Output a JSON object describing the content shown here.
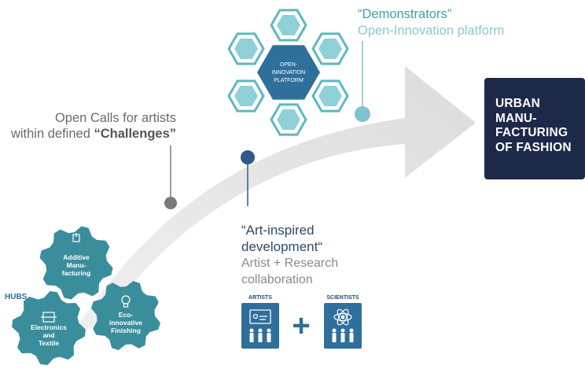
{
  "diagram": {
    "open_calls": {
      "line1": "Open Calls for artists",
      "line2_prefix": "within defined ",
      "line2_bold": "“Challenges”"
    },
    "demonstrators": {
      "title": "“Demonstrators”",
      "subtitle": "Open-Innovation platform"
    },
    "art_inspired": {
      "line1": "“Art-inspired",
      "line2": "development“",
      "line3": "Artist + Research",
      "line4": "collaboration"
    },
    "urban": {
      "line1": "URBAN",
      "line2": "MANU-",
      "line3": "FACTURING",
      "line4": "OF FASHION"
    },
    "platform": {
      "line1": "OPEN-",
      "line2": "INNOVATION",
      "line3": "PLATFORM"
    },
    "hubs_label": "HUBS",
    "gears": [
      {
        "lines": [
          "Additive",
          "Manu-",
          "facturing"
        ],
        "icon": "printer-icon"
      },
      {
        "lines": [
          "Electronics",
          "and",
          "Textile"
        ],
        "icon": "circuit-icon"
      },
      {
        "lines": [
          "Eco-",
          "innovative",
          "Finishing"
        ],
        "icon": "lightbulb-icon"
      }
    ],
    "artists_label": "ARTISTS",
    "scientists_label": "SCIENTISTS",
    "plus_sign": "+",
    "colors": {
      "navy": "#1d2949",
      "blue": "#2f6f9b",
      "teal_gear": "#3a8e9c",
      "hex_border": "#5eb7c3",
      "arrow": "#e3e3e3",
      "dot_gray": "#7a7a7a",
      "dot_navy": "#2f5a86",
      "dot_teal": "#7cc3cb"
    }
  }
}
